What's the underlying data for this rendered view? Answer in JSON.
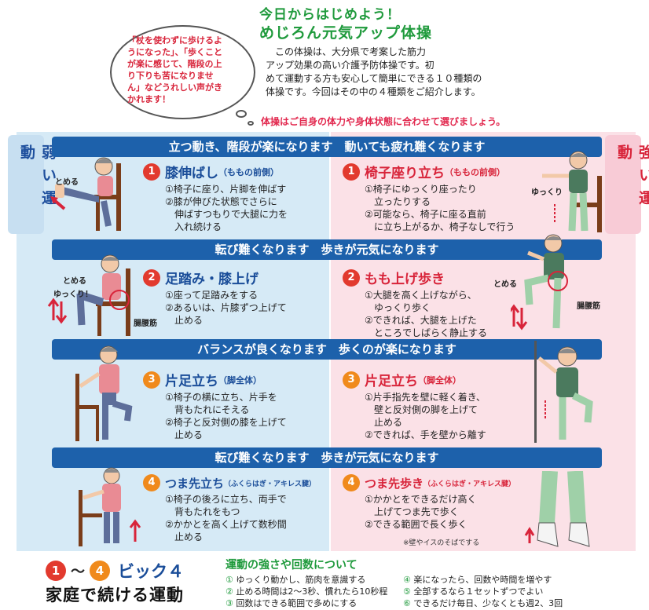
{
  "header": {
    "title_line1": "今日からはじめよう！",
    "title_line2": "めじろん元気アップ体操",
    "intro_lines": [
      "　この体操は、大分県で考案した筋力",
      "アップ効果の高い介護予防体操です。初",
      "めて運動する方も安心して簡単にできる１０種類の",
      "体操です。今回はその中の４種類をご紹介します。"
    ],
    "note": "体操はご自身の体力や身体状態に合わせて選びましょう。"
  },
  "bubble": {
    "lines": [
      "「杖を使わずに歩けるよ",
      "うになった」、「歩くこと",
      "が楽に感じて、階段の上",
      "り下りも苦になりませ",
      "ん」などうれしい声がき",
      "かれます！"
    ]
  },
  "side": {
    "weak": "弱い運動",
    "strong": "強い運動"
  },
  "banners": [
    "立つ動き、階段が楽になります　動いても疲れ難くなります",
    "転び難くなります　歩きが元気になります",
    "バランスが良くなります　歩くのが楽になります",
    "転び難くなります　歩きが元気になります"
  ],
  "exercises": {
    "left": [
      {
        "num": "1",
        "name": "膝伸ばし",
        "sub": "（ももの前側）",
        "steps": [
          "①椅子に座り、片脚を伸ばす",
          "②膝が伸びた状態でさらに",
          "　伸ばすつもりで大腿に力を",
          "　入れ続ける"
        ]
      },
      {
        "num": "2",
        "name": "足踏み・膝上げ",
        "sub": "",
        "steps": [
          "①座って足踏みをする",
          "②あるいは、片膝ずつ上げて",
          "　止める"
        ]
      },
      {
        "num": "3",
        "name": "片足立ち",
        "sub": "（脚全体）",
        "steps": [
          "①椅子の横に立ち、片手を",
          "　背もたれにそえる",
          "②椅子と反対側の膝を上げて",
          "　止める"
        ]
      },
      {
        "num": "4",
        "name": "つま先立ち",
        "sub": "（ふくらはぎ・アキレス腱）",
        "steps": [
          "①椅子の後ろに立ち、両手で",
          "　背もたれをもつ",
          "②かかとを高く上げて数秒間",
          "　止める"
        ]
      }
    ],
    "right": [
      {
        "num": "1",
        "name": "椅子座り立ち",
        "sub": "（ももの前側）",
        "steps": [
          "①椅子にゆっくり座ったり",
          "　立ったりする",
          "②可能なら、椅子に座る直前",
          "　に立ち上がるか、椅子なしで行う"
        ]
      },
      {
        "num": "2",
        "name": "もも上げ歩き",
        "sub": "",
        "steps": [
          "①大腿を高く上げながら、",
          "　ゆっくり歩く",
          "②できれば、大腿を上げた",
          "　ところでしばらく静止する"
        ]
      },
      {
        "num": "3",
        "name": "片足立ち",
        "sub": "（脚全体）",
        "steps": [
          "①片手指先を壁に軽く着き、",
          "　壁と反対側の脚を上げて",
          "　止める",
          "②できれば、手を壁から離す"
        ]
      },
      {
        "num": "4",
        "name": "つま先歩き",
        "sub": "（ふくらはぎ・アキレス腱）",
        "steps": [
          "①かかとをできるだけ高く",
          "　上げてつま先で歩く",
          "②できる範囲で長く歩く"
        ]
      }
    ]
  },
  "labels": {
    "tomeru": "とめる",
    "yukkuri": "ゆっくり",
    "yukkuri_ex": "ゆっくり！",
    "choyokin": "腸腰筋",
    "wall_note": "※壁やイスのそばでする"
  },
  "footer": {
    "num_from": "1",
    "tilde": "～",
    "num_to": "4",
    "big4": "ビック４",
    "home": "家庭で続ける運動",
    "tips_title": "運動の強さや回数について",
    "tips_col1": [
      {
        "n": "①",
        "t": "ゆっくり動かし、筋肉を意識する"
      },
      {
        "n": "②",
        "t": "止める時間は2～3秒、慣れたら10秒程"
      },
      {
        "n": "③",
        "t": "回数はできる範囲で多めにする"
      }
    ],
    "tips_col2": [
      {
        "n": "④",
        "t": "楽になったら、回数や時間を増やす"
      },
      {
        "n": "⑤",
        "t": "全部するなら１セットずつでよい"
      },
      {
        "n": "⑥",
        "t": "できるだけ毎日、少なくとも週2、3回"
      }
    ]
  },
  "colors": {
    "blue": "#1d61ab",
    "red": "#d8243a",
    "green": "#1f9a3c",
    "left_bg": "#d6eaf6",
    "right_bg": "#fbe1e7"
  }
}
